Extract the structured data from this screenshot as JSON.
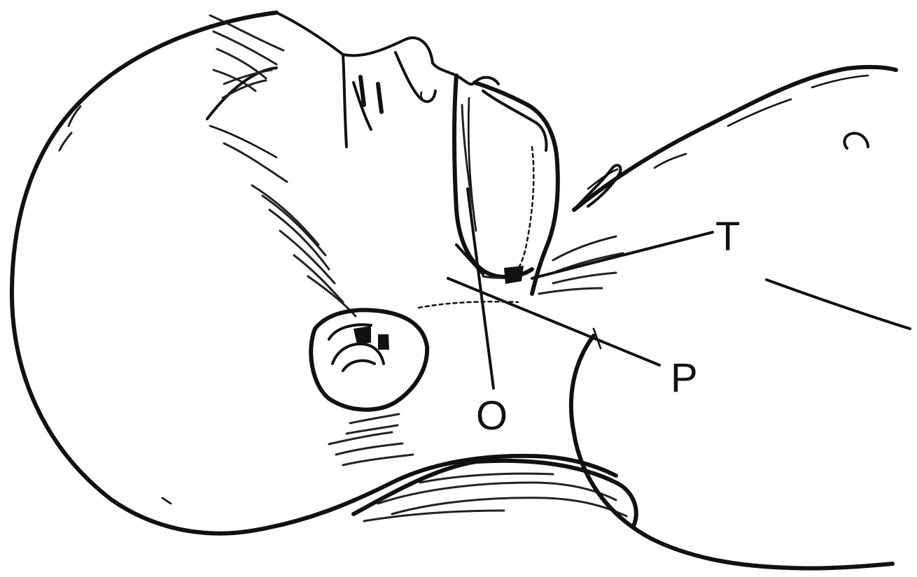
{
  "figure": {
    "labels": {
      "t": "T",
      "p": "P",
      "o": "O"
    }
  }
}
